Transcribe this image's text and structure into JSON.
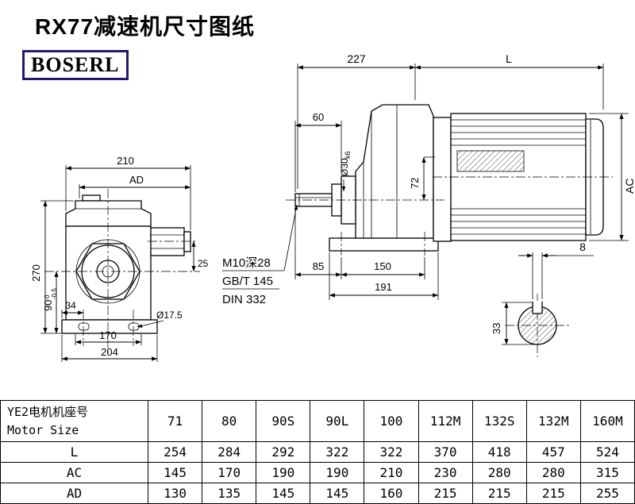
{
  "title": "RX77减速机尺寸图纸",
  "logo": "BOSERL",
  "dims": {
    "d227": "227",
    "dL": "L",
    "d60": "60",
    "d30": "Ø30",
    "d30suf": "k6",
    "d72": "72",
    "d85": "85",
    "d150": "150",
    "d191": "191",
    "note1": "M10深28",
    "note2": "GB/T 145",
    "note3": "DIN 332",
    "dAC": "AC",
    "d210": "210",
    "dAD": "AD",
    "d270": "270",
    "d90": "90",
    "d90tol_top": "0",
    "d90tol_bot": "-0.5",
    "d34": "34",
    "d25": "25",
    "d175": "Ø17.5",
    "d170": "170",
    "d204": "204",
    "d8": "8",
    "d33": "33"
  },
  "table": {
    "header": {
      "line1": "YE2电机机座号",
      "line2": "Motor Size"
    },
    "sizes": [
      "71",
      "80",
      "90S",
      "90L",
      "100",
      "112M",
      "132S",
      "132M",
      "160M"
    ],
    "rows": [
      {
        "label": "L",
        "values": [
          "254",
          "284",
          "292",
          "322",
          "322",
          "370",
          "418",
          "457",
          "524"
        ]
      },
      {
        "label": "AC",
        "values": [
          "145",
          "170",
          "190",
          "190",
          "210",
          "230",
          "280",
          "280",
          "315"
        ]
      },
      {
        "label": "AD",
        "values": [
          "130",
          "135",
          "145",
          "145",
          "160",
          "215",
          "215",
          "215",
          "255"
        ]
      }
    ]
  }
}
